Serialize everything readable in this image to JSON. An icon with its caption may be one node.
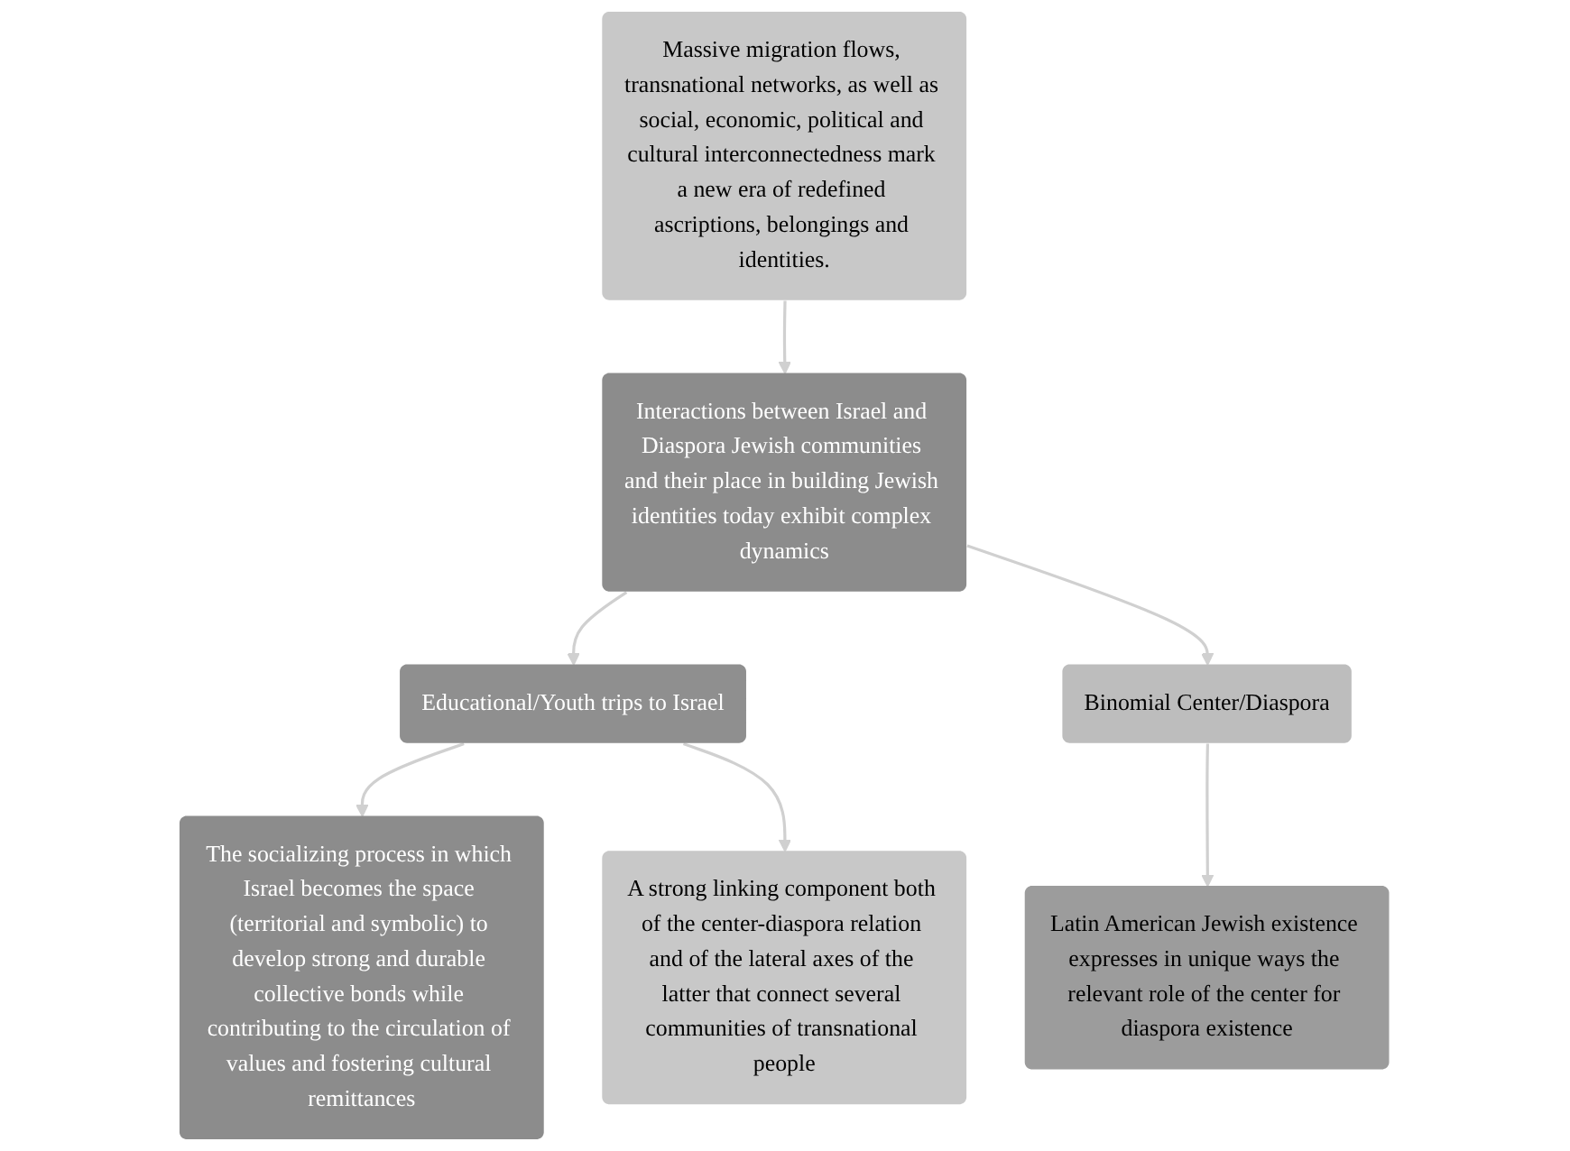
{
  "diagram": {
    "nodes": [
      {
        "text": [
          "Massive migration flows, transnational networks, as well as social, economic, political and cultural interconnectedness mark a new era of redefined ascriptions, belongings and identities."
        ]
      },
      {
        "text": [
          "Interactions between Israel and Diaspora Jewish communities and their place in building Jewish identities today exhibit complex dynamics"
        ]
      },
      {
        "text": [
          "Educational/Youth trips to Israel"
        ]
      },
      {
        "text": [
          "The socializing process in which Israel becomes the space (territorial and symbolic) to develop strong and durable collective bonds while contributing to the circulation of values and fostering cultural remittances"
        ]
      },
      {
        "text": [
          "Binomial Center/Diaspora"
        ]
      },
      {
        "text": [
          "A strong linking component both of the center-diaspora relation and of the lateral axes of the latter that connect several communities of transnational people"
        ]
      },
      {
        "text": [
          "Latin American Jewish existence expresses in unique ways the relevant role of the center for diaspora existence"
        ]
      }
    ],
    "edges": [
      {
        "from": 0,
        "to": 1,
        "arrow": "to"
      },
      {
        "from": 1,
        "to": 2,
        "arrow": "to"
      },
      {
        "from": 2,
        "to": 3,
        "arrow": "to"
      },
      {
        "from": 1,
        "to": 4,
        "arrow": "to"
      },
      {
        "from": 2,
        "to": 5,
        "arrow": "to"
      },
      {
        "from": 4,
        "to": 6,
        "arrow": "to"
      }
    ]
  }
}
